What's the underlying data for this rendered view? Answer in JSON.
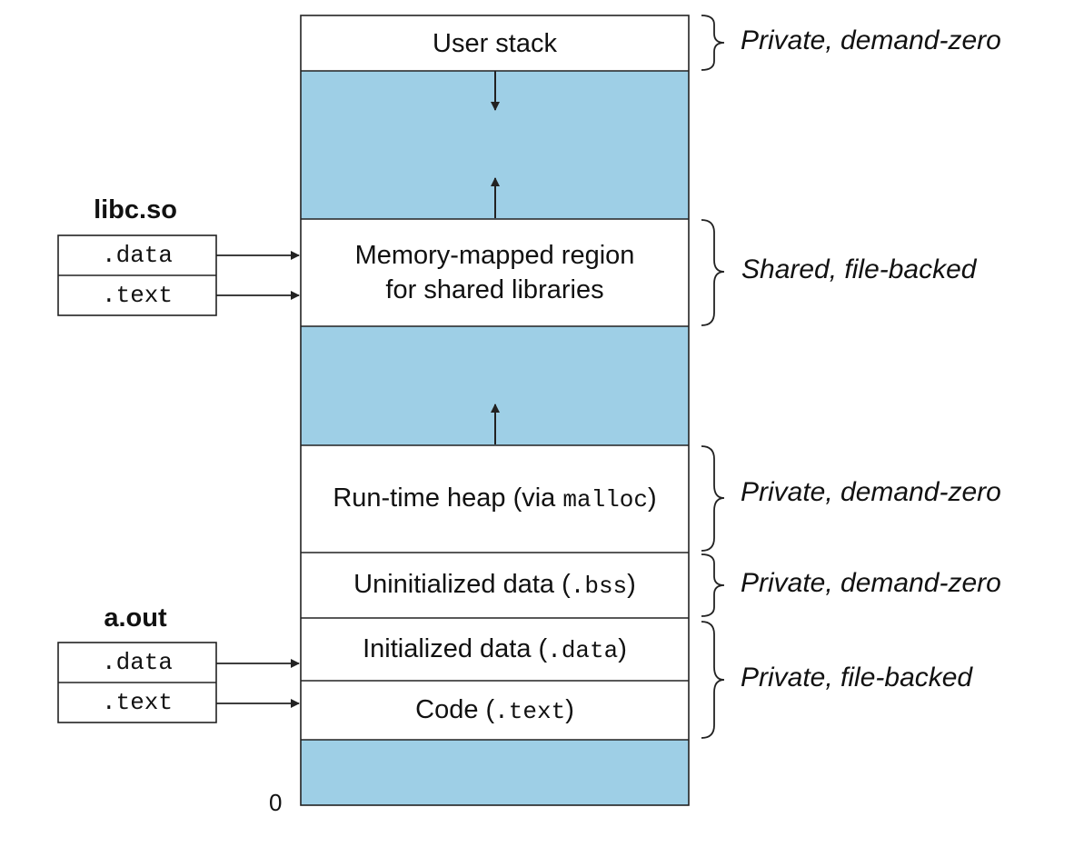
{
  "colors": {
    "gap_fill": "#9ecfe6",
    "region_fill": "#ffffff",
    "stroke": "#222222"
  },
  "regions": {
    "user_stack": "User stack",
    "mmap_line1": "Memory-mapped region",
    "mmap_line2": "for shared libraries",
    "heap_text": "Run-time heap (via ",
    "heap_code": "malloc",
    "heap_close": ")",
    "bss_text": "Uninitialized data (",
    "bss_code": ".bss",
    "bss_close": ")",
    "data_text": "Initialized data (",
    "data_code": ".data",
    "data_close": ")",
    "code_text": "Code (",
    "code_code": ".text",
    "code_close": ")"
  },
  "annotations": {
    "user_stack": "Private, demand-zero",
    "mmap": "Shared, file-backed",
    "heap": "Private, demand-zero",
    "bss": "Private, demand-zero",
    "data_code": "Private, file-backed"
  },
  "objects": {
    "libc": {
      "title": "libc.so",
      "data": ".data",
      "text": ".text"
    },
    "aout": {
      "title": "a.out",
      "data": ".data",
      "text": ".text"
    }
  },
  "address_zero": "0"
}
